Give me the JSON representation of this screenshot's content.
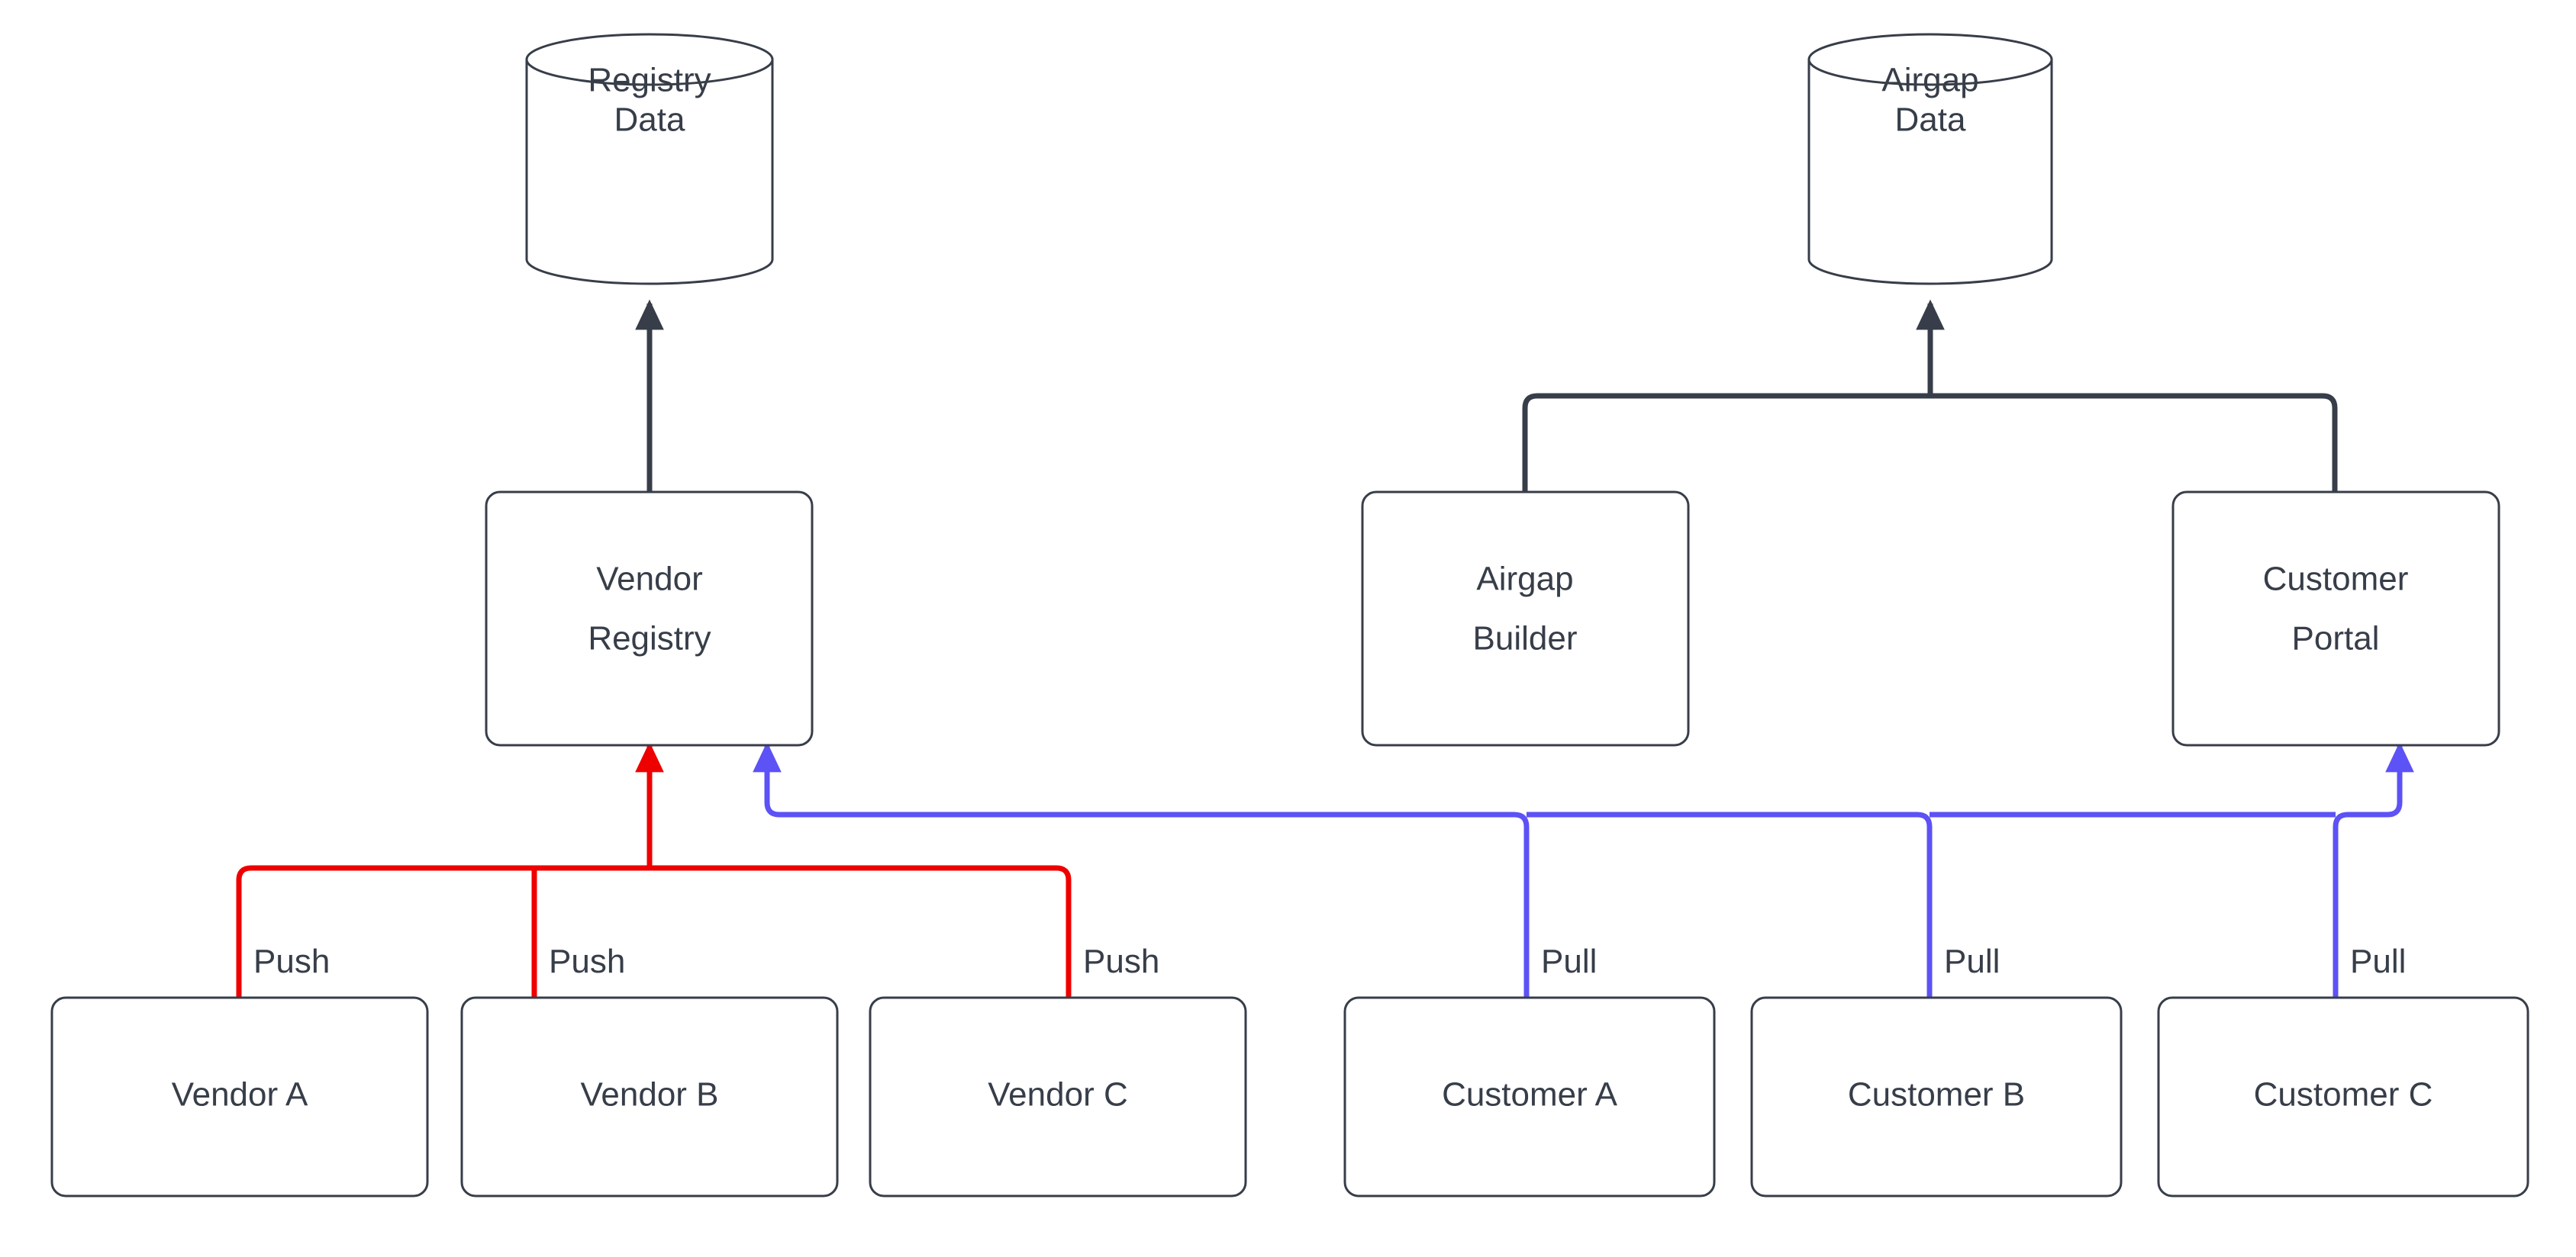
{
  "diagram": {
    "title": "Vendor Registry and Airgap Distribution Flow",
    "background": "#ffffff",
    "colors": {
      "stroke_dark": "#373E49",
      "push_red": "#ee0000",
      "pull_blue": "#5c52f5",
      "node_fill": "#ffffff",
      "text": "#373E49"
    }
  },
  "datastores": [
    {
      "id": "registry-data",
      "line1": "Registry",
      "line2": "Data",
      "shape": "cylinder"
    },
    {
      "id": "airgap-data",
      "line1": "Airgap",
      "line2": "Data",
      "shape": "cylinder"
    }
  ],
  "services": [
    {
      "id": "vendor-registry",
      "line1": "Vendor",
      "line2": "Registry",
      "shape": "rounded-rect"
    },
    {
      "id": "airgap-builder",
      "line1": "Airgap",
      "line2": "Builder",
      "shape": "rounded-rect"
    },
    {
      "id": "customer-portal",
      "line1": "Customer",
      "line2": "Portal",
      "shape": "rounded-rect"
    }
  ],
  "actors": [
    {
      "id": "vendor-a",
      "label": "Vendor A",
      "group": "vendor"
    },
    {
      "id": "vendor-b",
      "label": "Vendor B",
      "group": "vendor"
    },
    {
      "id": "vendor-c",
      "label": "Vendor C",
      "group": "vendor"
    },
    {
      "id": "customer-a",
      "label": "Customer A",
      "group": "customer"
    },
    {
      "id": "customer-b",
      "label": "Customer B",
      "group": "customer"
    },
    {
      "id": "customer-c",
      "label": "Customer C",
      "group": "customer"
    }
  ],
  "edge_labels": {
    "push_a": "Push",
    "push_b": "Push",
    "push_c": "Push",
    "pull_a": "Pull",
    "pull_b": "Pull",
    "pull_c": "Pull"
  },
  "edges": [
    {
      "id": "vendor-registry-to-registry-data",
      "from": "vendor-registry",
      "to": "registry-data",
      "color": "#373E49",
      "label": ""
    },
    {
      "id": "airgap-builder-to-airgap-data",
      "from": "airgap-builder",
      "to": "airgap-data",
      "color": "#373E49",
      "label": ""
    },
    {
      "id": "customer-portal-to-airgap-data",
      "from": "customer-portal",
      "to": "airgap-data",
      "color": "#373E49",
      "label": ""
    },
    {
      "id": "vendor-a-push",
      "from": "vendor-a",
      "to": "vendor-registry",
      "color": "#ee0000",
      "label": "Push"
    },
    {
      "id": "vendor-b-push",
      "from": "vendor-b",
      "to": "vendor-registry",
      "color": "#ee0000",
      "label": "Push"
    },
    {
      "id": "vendor-c-push",
      "from": "vendor-c",
      "to": "vendor-registry",
      "color": "#ee0000",
      "label": "Push"
    },
    {
      "id": "customer-a-pull",
      "from": "customer-a",
      "to": "vendor-registry",
      "color": "#5c52f5",
      "label": "Pull"
    },
    {
      "id": "customer-b-pull",
      "from": "customer-b",
      "to": "vendor-registry",
      "color": "#5c52f5",
      "label": "Pull"
    },
    {
      "id": "customer-c-pull",
      "from": "customer-c",
      "to": "customer-portal",
      "color": "#5c52f5",
      "label": "Pull"
    }
  ]
}
